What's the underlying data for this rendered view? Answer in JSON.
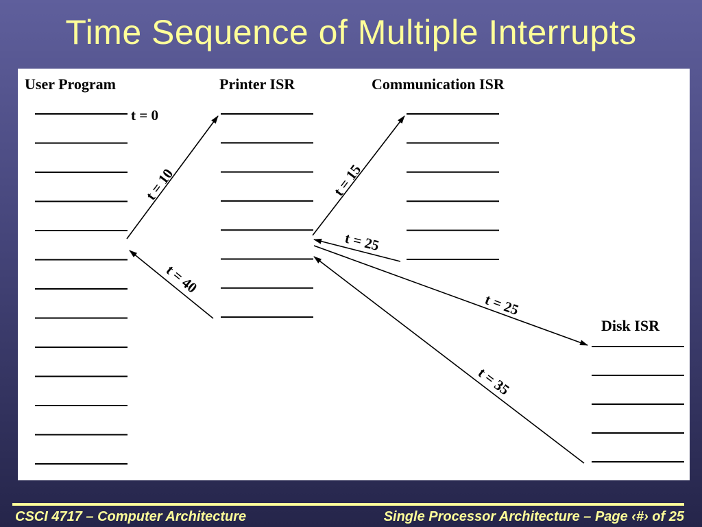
{
  "slide": {
    "title": "Time Sequence of Multiple Interrupts",
    "footer_left": "CSCI 4717 – Computer Architecture",
    "footer_right": "Single Processor Architecture – Page ‹#› of 25"
  },
  "diagram": {
    "columns": [
      {
        "id": "user",
        "label": "User Program",
        "line_count": 13
      },
      {
        "id": "printer",
        "label": "Printer ISR",
        "line_count": 8
      },
      {
        "id": "comm",
        "label": "Communication ISR",
        "line_count": 6
      },
      {
        "id": "disk",
        "label": "Disk ISR",
        "line_count": 5
      }
    ],
    "start_label": "t = 0",
    "arrows": [
      {
        "id": "user-to-printer",
        "label": "t = 10"
      },
      {
        "id": "printer-to-user",
        "label": "t = 40"
      },
      {
        "id": "printer-to-comm",
        "label": "t = 15"
      },
      {
        "id": "comm-to-printer",
        "label": "t = 25"
      },
      {
        "id": "printer-to-disk",
        "label": "t = 25"
      },
      {
        "id": "disk-to-printer",
        "label": "t = 35"
      }
    ]
  },
  "colors": {
    "title": "#ffff99",
    "line": "#000000"
  }
}
